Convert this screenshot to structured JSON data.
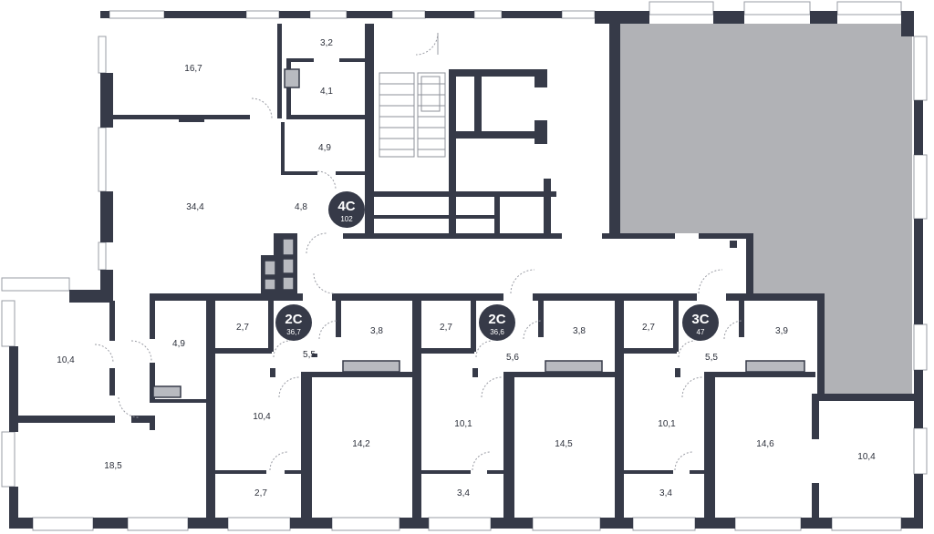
{
  "colors": {
    "wall": "#363a48",
    "occupied": "#b1b2b6",
    "badge": "#363a48",
    "text": "#2b2f3a",
    "background": "#ffffff"
  },
  "apartments": [
    {
      "code": "4C",
      "area": "102"
    },
    {
      "code": "2C",
      "area": "36,7"
    },
    {
      "code": "2C",
      "area": "36,6"
    },
    {
      "code": "3C",
      "area": "47"
    }
  ],
  "rooms": {
    "r4c_living": "16,7",
    "r4c_hall_top": "3,2",
    "r4c_bath": "4,1",
    "r4c_wc": "4,9",
    "r4c_main": "34,4",
    "r4c_corridor": "4,8",
    "r4c_left_top": "10,4",
    "r4c_left_bath": "4,9",
    "r4c_left_bottom": "18,5",
    "a1_bath": "2,7",
    "a1_hall": "5,5",
    "a1_wc": "3,8",
    "a1_bed": "10,4",
    "a1_living": "14,2",
    "a1_small": "2,7",
    "a2_bath": "2,7",
    "a2_hall": "5,6",
    "a2_wc": "3,8",
    "a2_bed": "10,1",
    "a2_living": "14,5",
    "a2_small": "3,4",
    "a3_bath": "2,7",
    "a3_hall": "5,5",
    "a3_wc": "3,9",
    "a3_bed": "10,1",
    "a3_living": "14,6",
    "a3_small": "3,4",
    "a3_right": "10,4"
  }
}
